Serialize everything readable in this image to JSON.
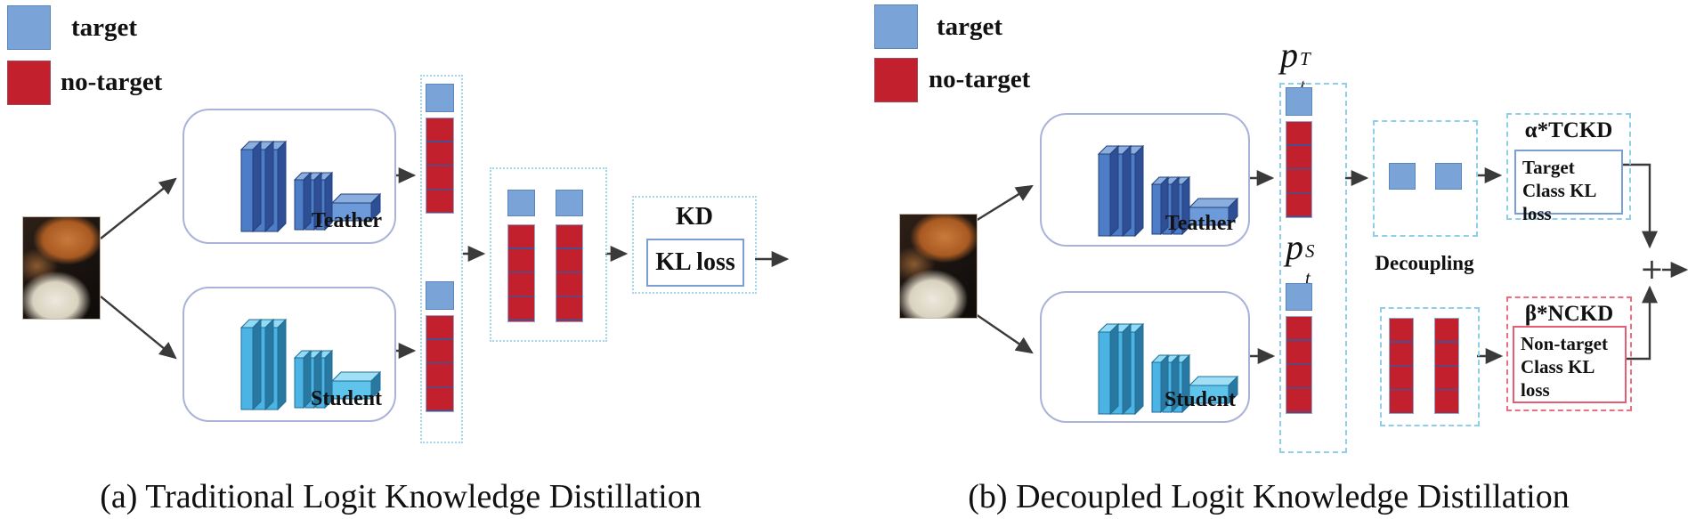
{
  "colors": {
    "target_blue": "#7aa3d8",
    "no_target_red": "#c2202d",
    "dashed_cyan": "#8fd0e8",
    "dashed_pink": "#ef6d80",
    "inner_blue_border": "#7a9fd4",
    "inner_red_border": "#e65c72",
    "network_box_border": "#a9b3d9",
    "arrow": "#3a3a3a",
    "teacher_block_blue": "#4e7dc8",
    "student_block_cyan": "#4cb4e4"
  },
  "legend_a": {
    "target": "target",
    "no_target": "no-target"
  },
  "legend_b": {
    "target": "target",
    "no_target": "no-target"
  },
  "panel_a": {
    "teacher_label": "Teather",
    "student_label": "Student",
    "kd_title": "KD",
    "kl_loss": "KL loss",
    "caption": "(a) Traditional Logit Knowledge Distillation"
  },
  "panel_b": {
    "teacher_label": "Teather",
    "student_label": "Student",
    "p_teacher": {
      "base": "p",
      "sub": "t",
      "sup": "T"
    },
    "p_student": {
      "base": "p",
      "sub": "t",
      "sup": "S"
    },
    "decoupling_label": "Decoupling",
    "tckd_title": "α*TCKD",
    "tckd_loss": "Target Class KL loss",
    "nckd_title": "β*NCKD",
    "nckd_loss": "Non-target Class KL loss",
    "plus": "+",
    "caption": "(b) Decoupled Logit Knowledge Distillation"
  }
}
